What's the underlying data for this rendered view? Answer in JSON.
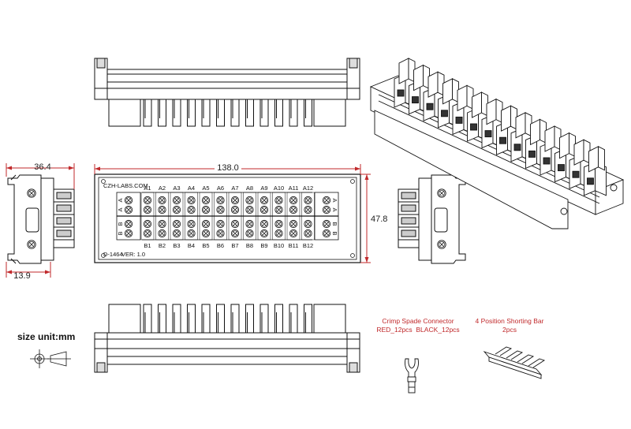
{
  "dimensions": {
    "width": "138.0",
    "height": "47.8",
    "depth": "36.4",
    "rail_offset": "13.9"
  },
  "board": {
    "brand": "CZH-LABS.COM",
    "model": "D-1464",
    "version": "VER: 1.0",
    "top_labels": [
      "A1",
      "A2",
      "A3",
      "A4",
      "A5",
      "A6",
      "A7",
      "A8",
      "A9",
      "A10",
      "A11",
      "A12"
    ],
    "bottom_labels": [
      "B1",
      "B2",
      "B3",
      "B4",
      "B5",
      "B6",
      "B7",
      "B8",
      "B9",
      "B10",
      "B11",
      "B12"
    ],
    "side_labels": [
      "A",
      "A",
      "B",
      "B"
    ]
  },
  "size_unit": "size unit:mm",
  "crimp_connector": {
    "title": "Crimp Spade Connector",
    "spec": "RED_12pcs  BLACK_12pcs"
  },
  "shorting_bar": {
    "title": "4 Position Shorting Bar",
    "qty": "2pcs"
  },
  "colors": {
    "dimension_text": "#222222",
    "note_red": "#c0292b",
    "line": "#111111"
  }
}
